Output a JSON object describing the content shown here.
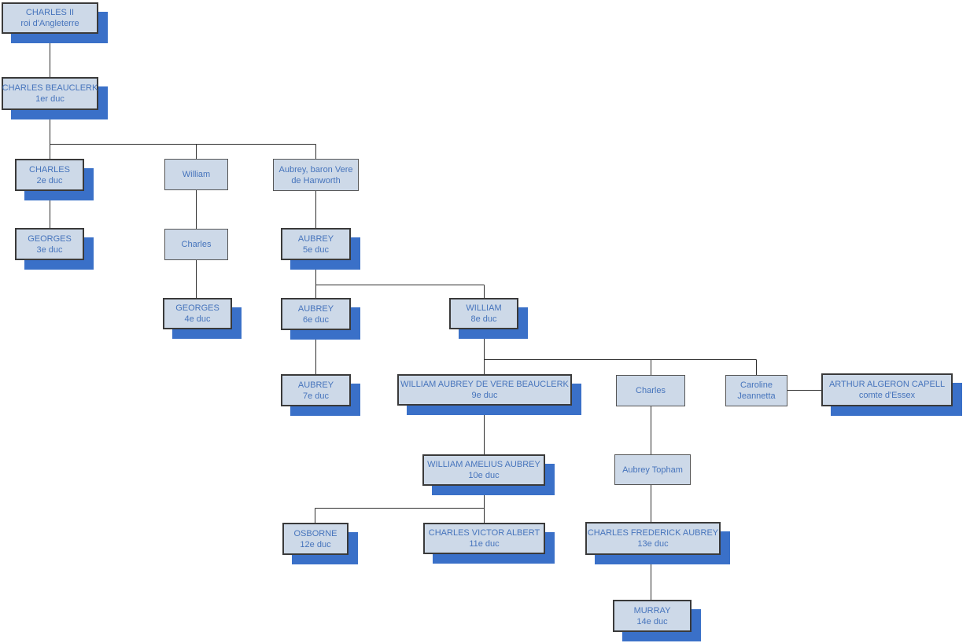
{
  "diagram": {
    "type": "family-tree-org-chart",
    "colors": {
      "box_fill": "#cdd9e8",
      "box_border": "#3a3a3a",
      "plain_border": "#555555",
      "text": "#4674bc",
      "shadow": "#3a70c8",
      "line": "#2e2e2e",
      "bg": "#ffffff"
    },
    "nodes": [
      {
        "id": "charles-ii",
        "line1": "CHARLES II",
        "line2": "roi d'Angleterre"
      },
      {
        "id": "charles-beauclerk",
        "line1": "CHARLES BEAUCLERK",
        "line2": "1er duc"
      },
      {
        "id": "charles-2e",
        "line1": "CHARLES",
        "line2": "2e duc"
      },
      {
        "id": "william",
        "line1": "William"
      },
      {
        "id": "aubrey-baron-vere",
        "line1": "Aubrey, baron Vere",
        "line2": "de Hanworth"
      },
      {
        "id": "georges-3e",
        "line1": "GEORGES",
        "line2": "3e duc"
      },
      {
        "id": "charles",
        "line1": "Charles"
      },
      {
        "id": "aubrey-5e",
        "line1": "AUBREY",
        "line2": "5e duc"
      },
      {
        "id": "georges-4e",
        "line1": "GEORGES",
        "line2": "4e duc"
      },
      {
        "id": "aubrey-6e",
        "line1": "AUBREY",
        "line2": "6e duc"
      },
      {
        "id": "william-8e",
        "line1": "WILLIAM",
        "line2": "8e duc"
      },
      {
        "id": "aubrey-7e",
        "line1": "AUBREY",
        "line2": "7e duc"
      },
      {
        "id": "william-9e",
        "line1": "WILLIAM AUBREY DE VERE BEAUCLERK",
        "line2": "9e duc"
      },
      {
        "id": "charles-b",
        "line1": "Charles"
      },
      {
        "id": "caroline-jeannetta",
        "line1": "Caroline",
        "line2": "Jeannetta"
      },
      {
        "id": "arthur-capell",
        "line1": "ARTHUR ALGERON CAPELL",
        "line2": "comte d'Essex"
      },
      {
        "id": "william-10e",
        "line1": "WILLIAM AMELIUS AUBREY",
        "line2": "10e duc"
      },
      {
        "id": "aubrey-topham",
        "line1": "Aubrey Topham"
      },
      {
        "id": "osborne-12e",
        "line1": "OSBORNE",
        "line2": "12e duc"
      },
      {
        "id": "charles-11e",
        "line1": "CHARLES VICTOR ALBERT",
        "line2": "11e duc"
      },
      {
        "id": "charles-13e",
        "line1": "CHARLES FREDERICK AUBREY",
        "line2": "13e duc"
      },
      {
        "id": "murray-14e",
        "line1": "MURRAY",
        "line2": "14e duc"
      }
    ]
  }
}
